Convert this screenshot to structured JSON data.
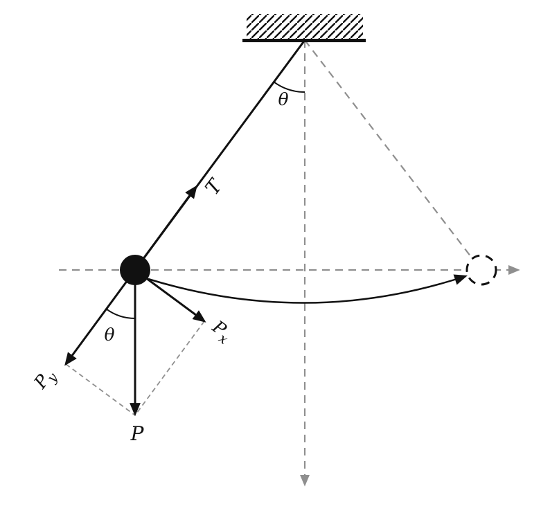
{
  "figure": {
    "kind": "simple-pendulum-force-diagram"
  },
  "labels": {
    "tension": "T",
    "angle_top": "θ",
    "angle_bottom": "θ",
    "weight": "P",
    "weight_tangential": {
      "main": "P",
      "sub": "x"
    },
    "weight_radial": {
      "main": "P",
      "sub": "y"
    }
  },
  "colors": {
    "ink": "#111111",
    "axis_gray": "#8f8f8f",
    "background": "#ffffff"
  }
}
